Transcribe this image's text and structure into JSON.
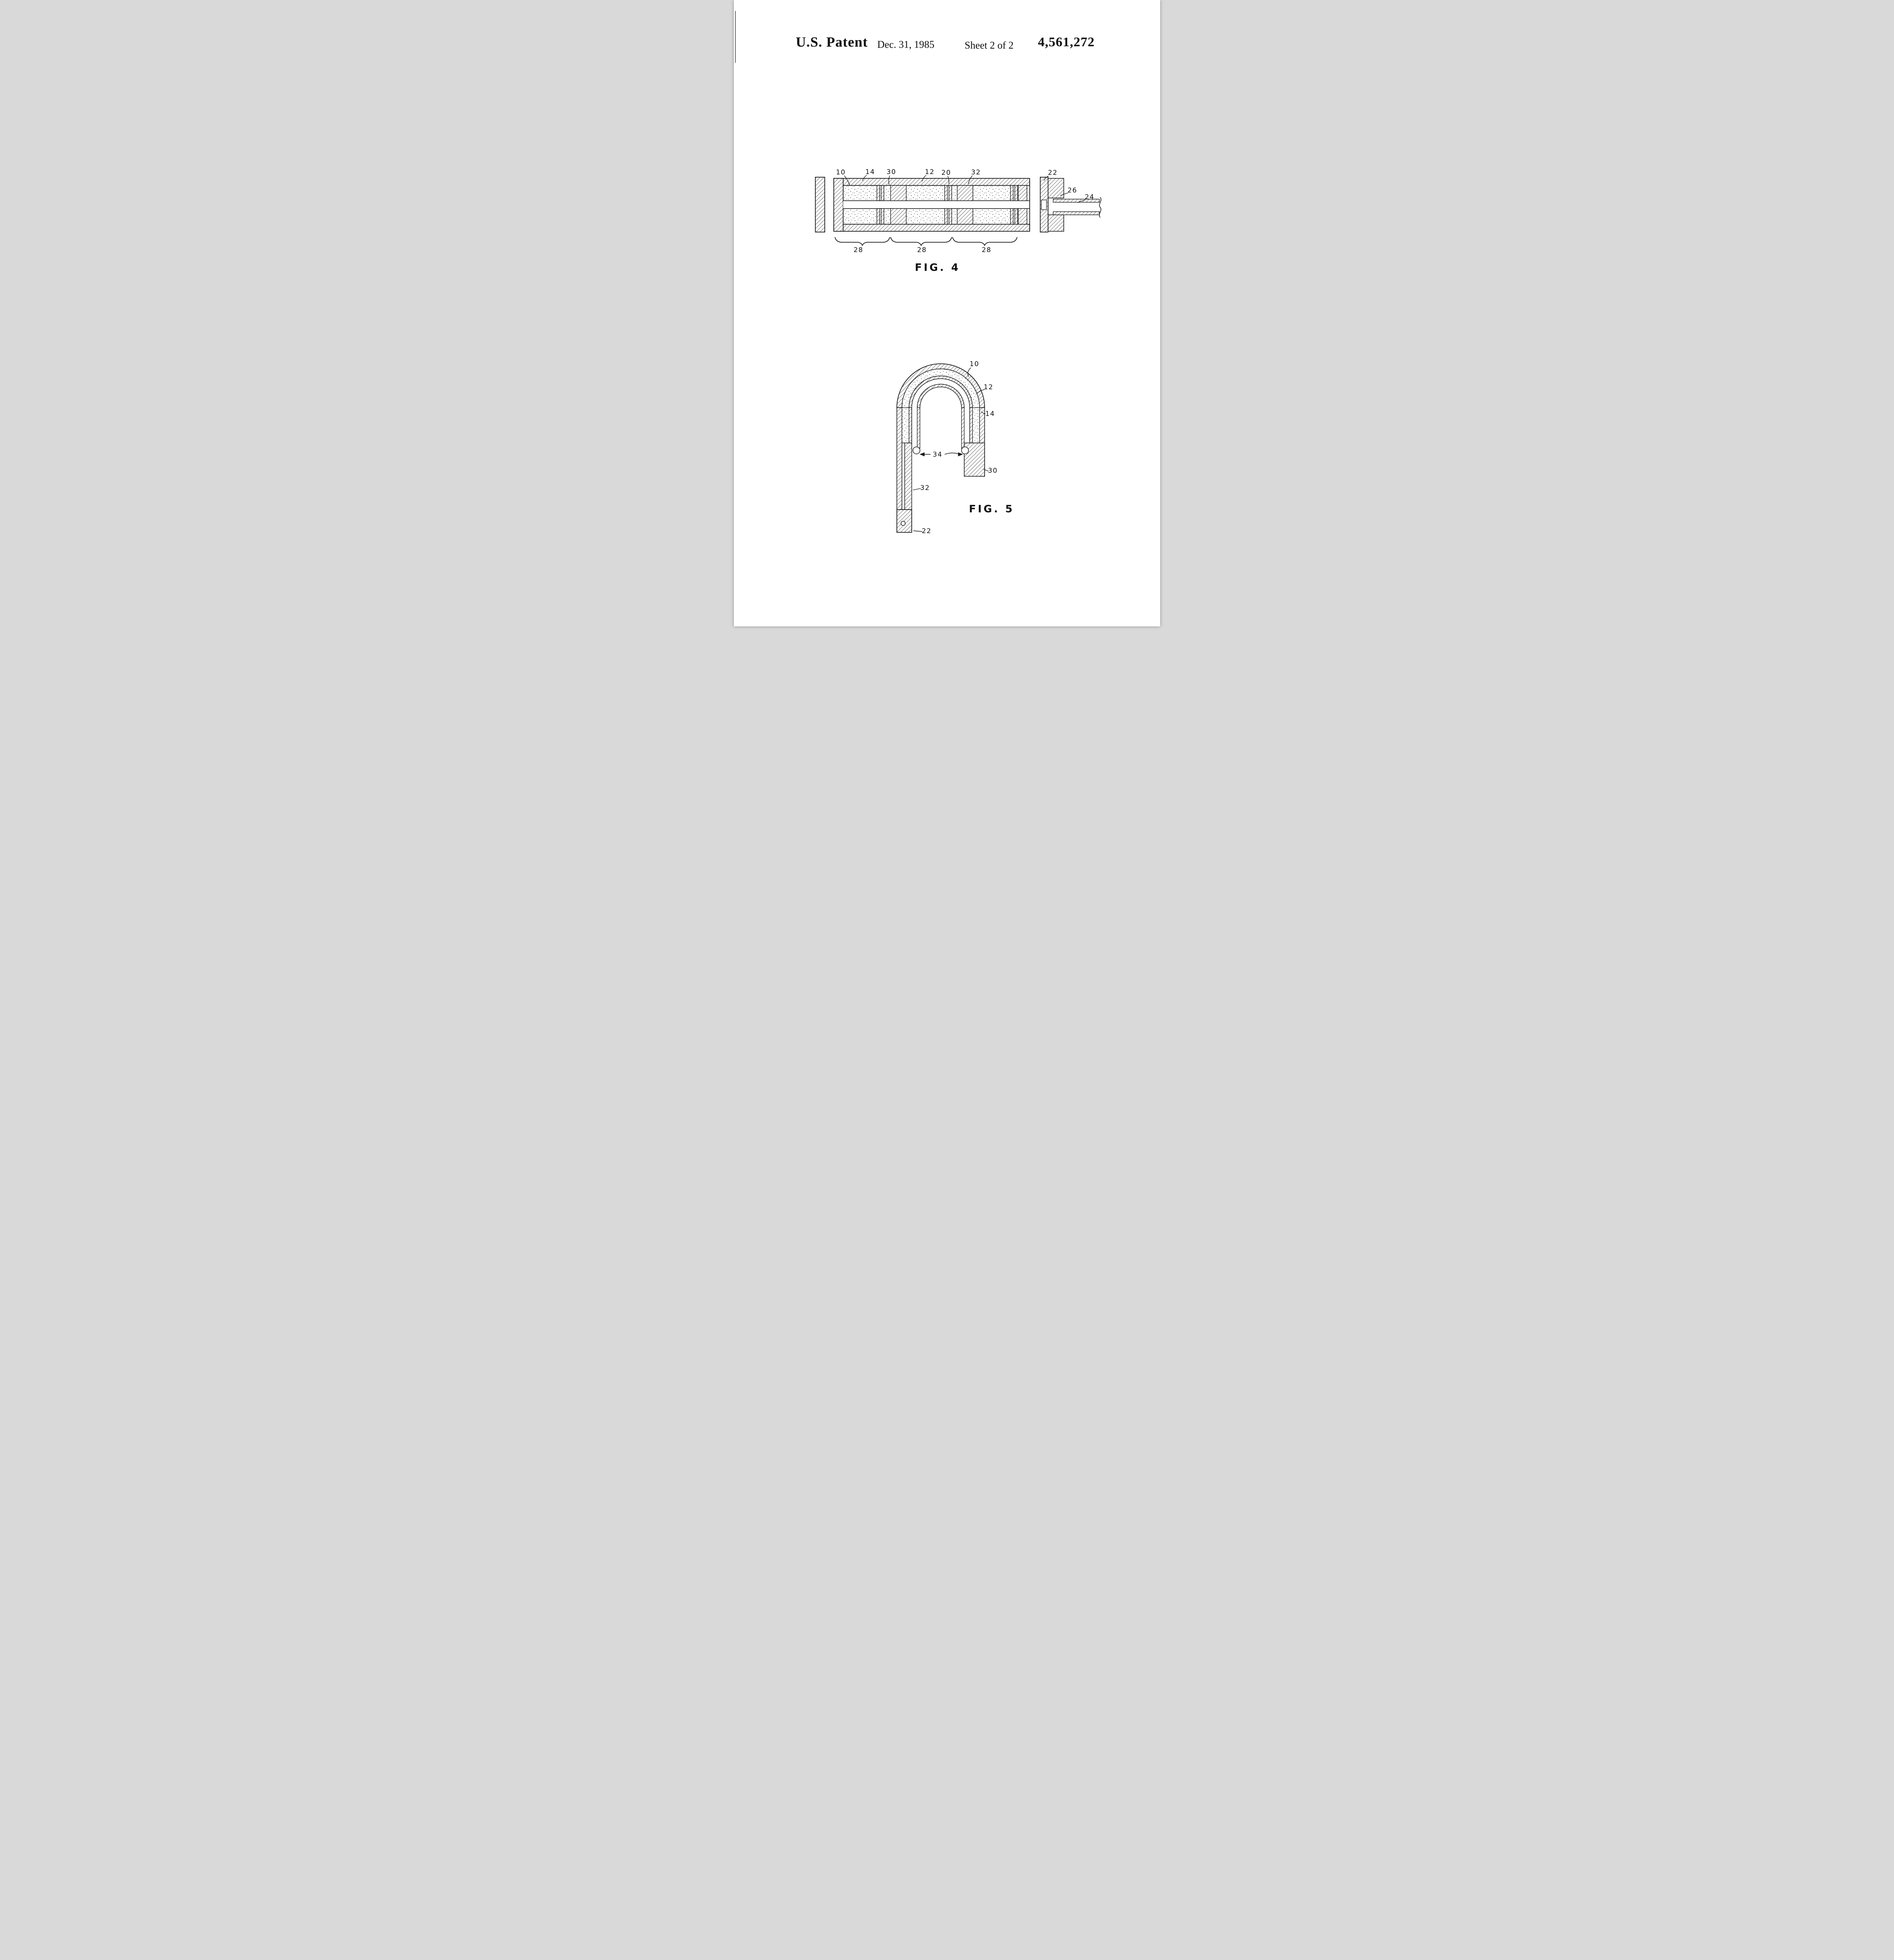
{
  "header": {
    "title": "U.S. Patent",
    "date": "Dec. 31, 1985",
    "sheet": "Sheet 2 of 2",
    "patent_number": "4,561,272"
  },
  "fig4": {
    "caption": "FIG. 4",
    "labels": {
      "ref10": "10",
      "ref14": "14",
      "ref30": "30",
      "ref12": "12",
      "ref20": "20",
      "ref32": "32",
      "ref22": "22",
      "ref26": "26",
      "ref24": "24",
      "ref28a": "28",
      "ref28b": "28",
      "ref28c": "28"
    }
  },
  "fig5": {
    "caption": "FIG. 5",
    "labels": {
      "ref10": "10",
      "ref12": "12",
      "ref14": "14",
      "ref34": "34",
      "ref30": "30",
      "ref32": "32",
      "ref22": "22"
    }
  },
  "colors": {
    "ink": "#1a1a1a",
    "paper": "#ffffff"
  }
}
